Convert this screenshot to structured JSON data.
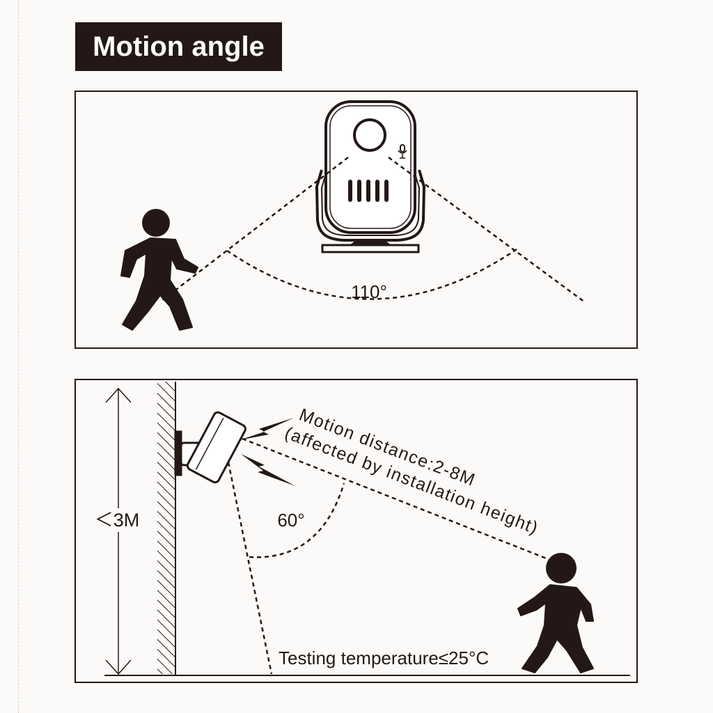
{
  "title": "Motion angle",
  "top_panel": {
    "angle_label": "110°"
  },
  "bottom_panel": {
    "height_label": "＜3M",
    "angle_label": "60°",
    "distance_line1": "Motion distance:2-8M",
    "distance_line2": "(affected by installation height)",
    "temperature_label": "Testing temperature≤25°C"
  },
  "colors": {
    "ink": "#231816",
    "background": "#fbfaf8",
    "title_text": "#ffffff"
  },
  "icons": [
    "motion-sensor-icon",
    "walking-person-icon",
    "microphone-icon",
    "signal-lightning-icon"
  ]
}
